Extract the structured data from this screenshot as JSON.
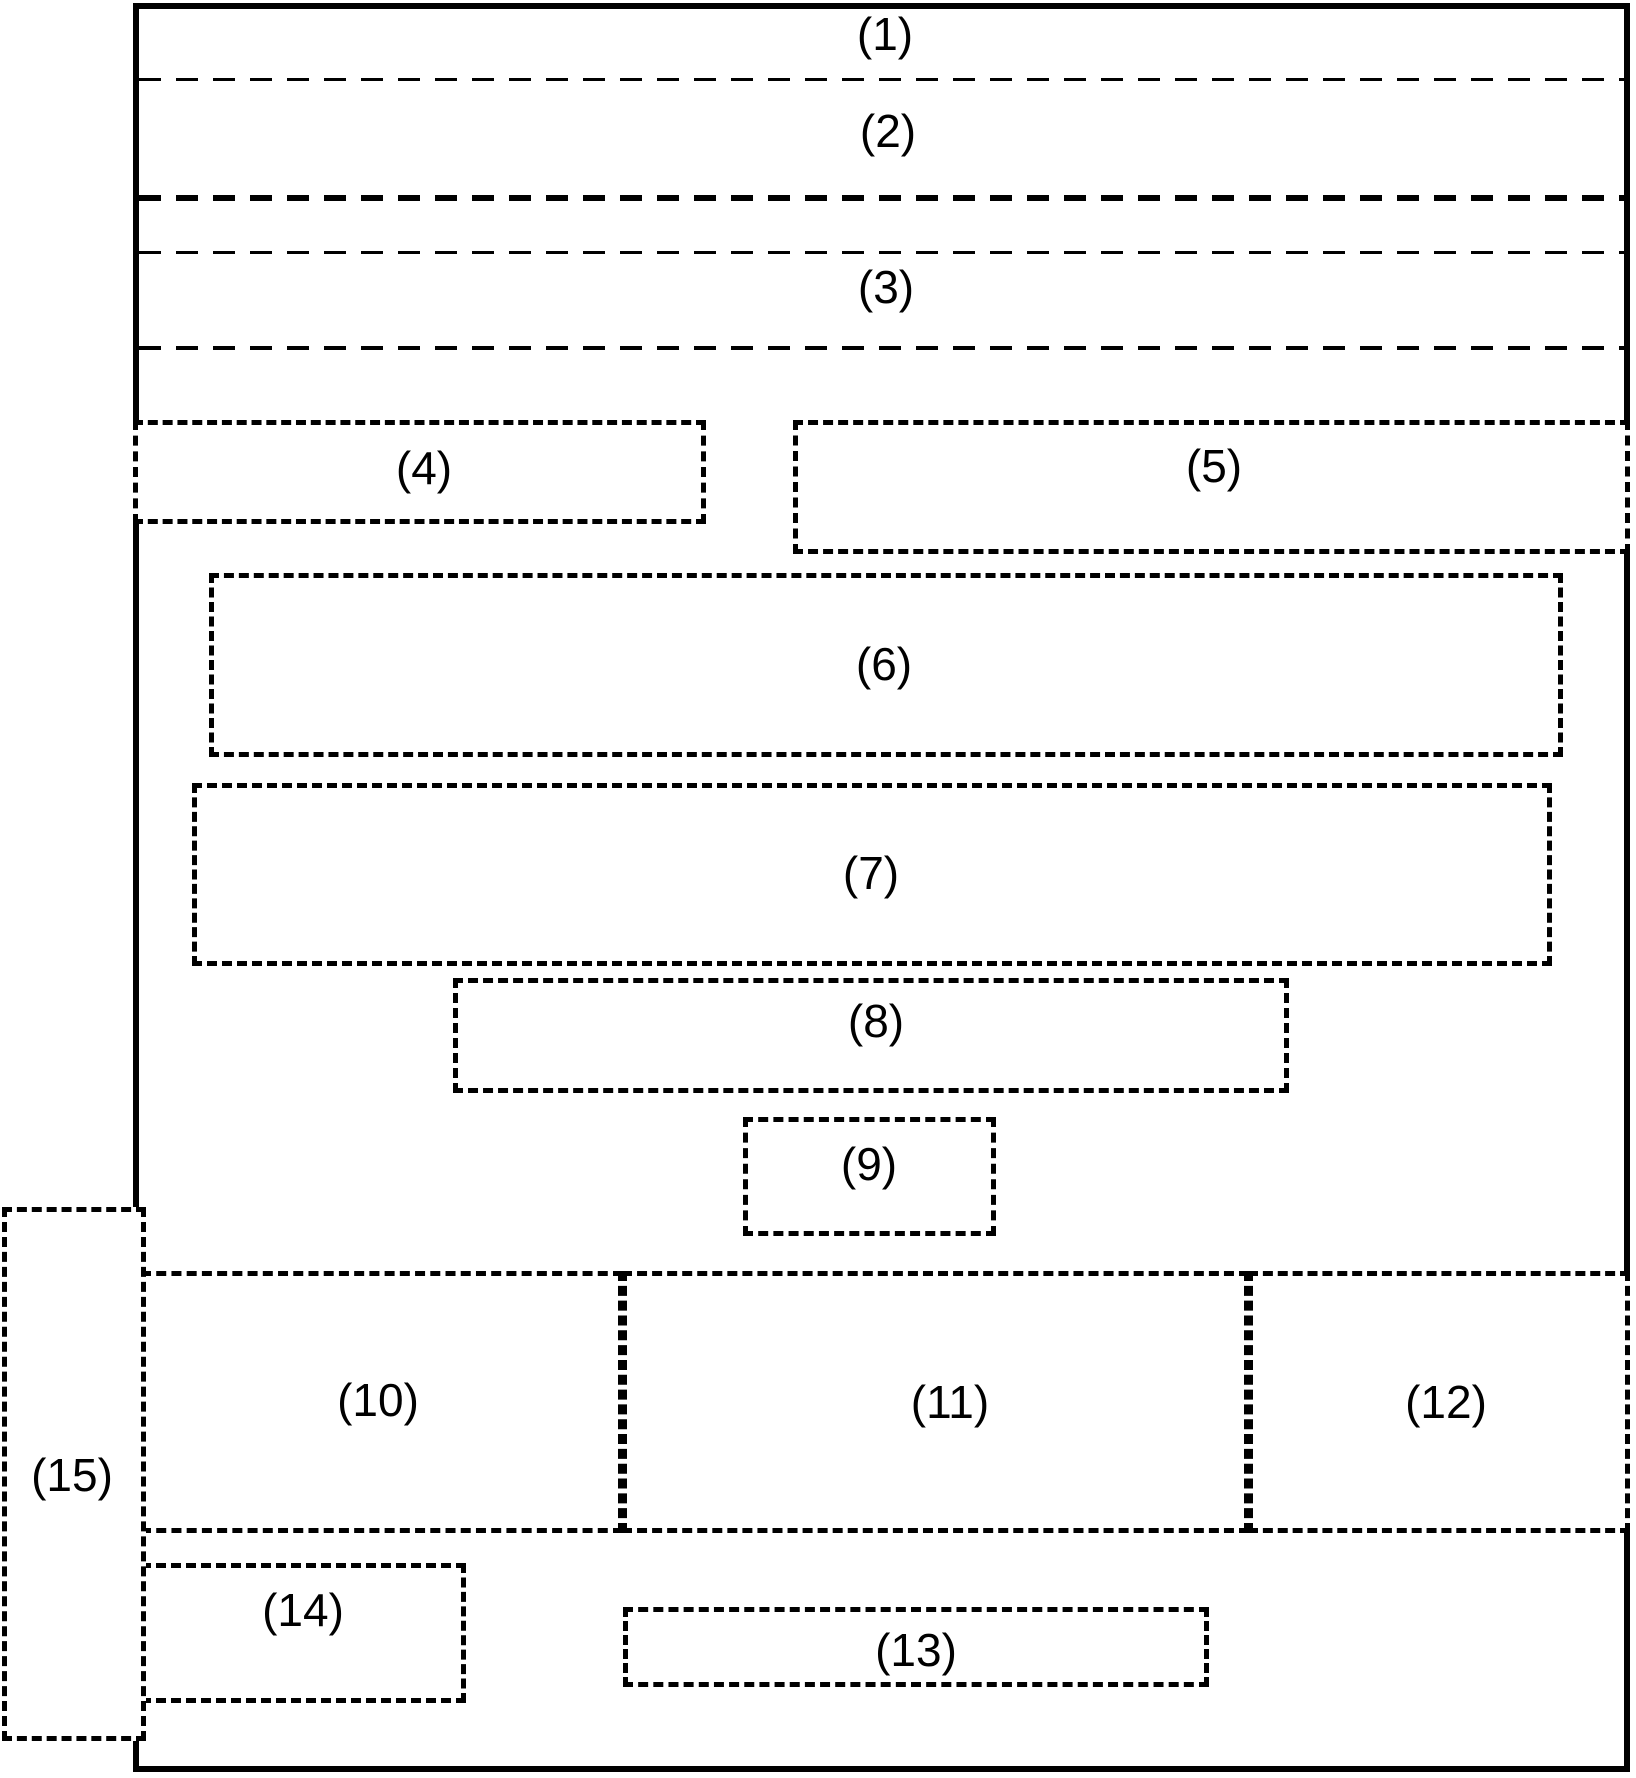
{
  "figure": {
    "description": "Layered block diagram of fifteen numbered dashed regions inside a solid rectangular boundary",
    "background_color": "#ffffff",
    "line_color": "#000000"
  },
  "regions": [
    {
      "id": 1,
      "label": "(1)"
    },
    {
      "id": 2,
      "label": "(2)"
    },
    {
      "id": 3,
      "label": "(3)"
    },
    {
      "id": 4,
      "label": "(4)"
    },
    {
      "id": 5,
      "label": "(5)"
    },
    {
      "id": 6,
      "label": "(6)"
    },
    {
      "id": 7,
      "label": "(7)"
    },
    {
      "id": 8,
      "label": "(8)"
    },
    {
      "id": 9,
      "label": "(9)"
    },
    {
      "id": 10,
      "label": "(10)"
    },
    {
      "id": 11,
      "label": "(11)"
    },
    {
      "id": 12,
      "label": "(12)"
    },
    {
      "id": 13,
      "label": "(13)"
    },
    {
      "id": 14,
      "label": "(14)"
    },
    {
      "id": 15,
      "label": "(15)"
    }
  ]
}
